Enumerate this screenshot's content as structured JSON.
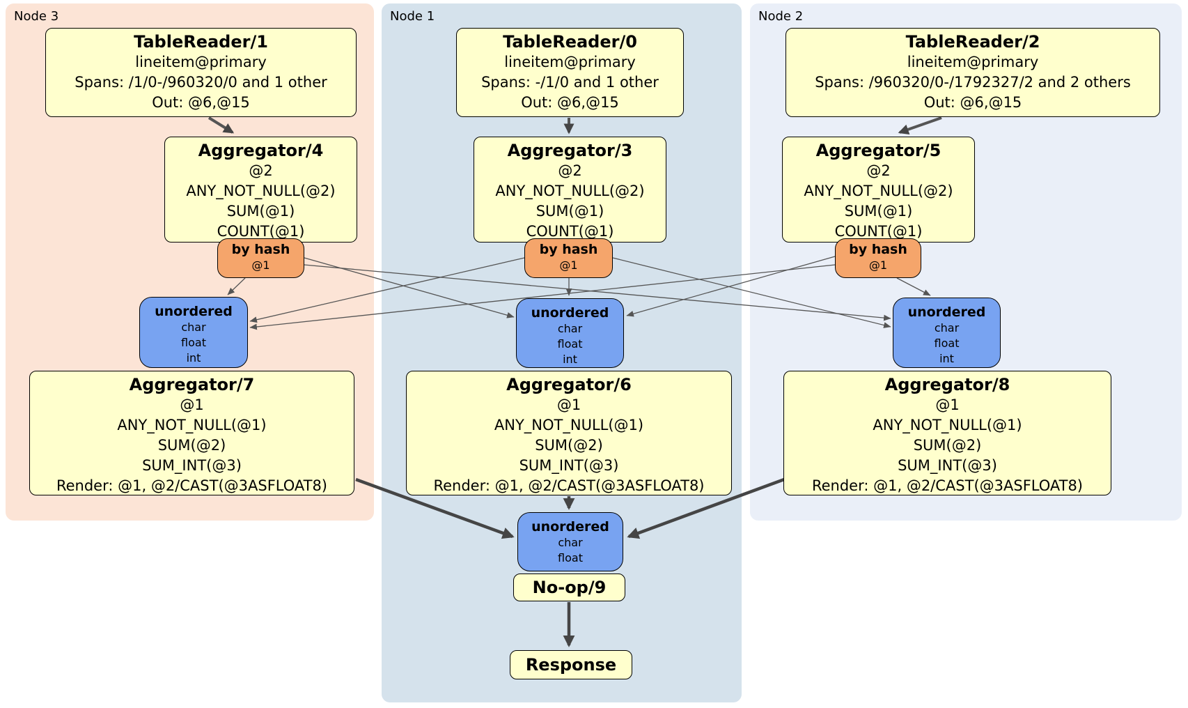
{
  "regions": {
    "node3": {
      "label": "Node 3",
      "color": "#fce4d6"
    },
    "node1": {
      "label": "Node 1",
      "color": "#d5e2ec"
    },
    "node2": {
      "label": "Node 2",
      "color": "#eaeff8"
    }
  },
  "colors": {
    "processor_fill": "#ffffcd",
    "router_fill": "#f5a56b",
    "sync_fill": "#78a3f1",
    "box_border": "#000000",
    "edge_thin": "#555555",
    "edge_thick": "#454545"
  },
  "processors": {
    "tr1": {
      "title": "TableReader/1",
      "lines": [
        "lineitem@primary",
        "Spans: /1/0-/960320/0 and 1 other",
        "Out: @6,@15"
      ]
    },
    "tr0": {
      "title": "TableReader/0",
      "lines": [
        "lineitem@primary",
        "Spans: -/1/0 and 1 other",
        "Out: @6,@15"
      ]
    },
    "tr2": {
      "title": "TableReader/2",
      "lines": [
        "lineitem@primary",
        "Spans: /960320/0-/1792327/2 and 2 others",
        "Out: @6,@15"
      ]
    },
    "agg4": {
      "title": "Aggregator/4",
      "lines": [
        "@2",
        "ANY_NOT_NULL(@2)",
        "SUM(@1)",
        "COUNT(@1)"
      ]
    },
    "agg3": {
      "title": "Aggregator/3",
      "lines": [
        "@2",
        "ANY_NOT_NULL(@2)",
        "SUM(@1)",
        "COUNT(@1)"
      ]
    },
    "agg5": {
      "title": "Aggregator/5",
      "lines": [
        "@2",
        "ANY_NOT_NULL(@2)",
        "SUM(@1)",
        "COUNT(@1)"
      ]
    },
    "agg7": {
      "title": "Aggregator/7",
      "lines": [
        "@1",
        "ANY_NOT_NULL(@1)",
        "SUM(@2)",
        "SUM_INT(@3)",
        "Render: @1, @2/CAST(@3ASFLOAT8)"
      ]
    },
    "agg6": {
      "title": "Aggregator/6",
      "lines": [
        "@1",
        "ANY_NOT_NULL(@1)",
        "SUM(@2)",
        "SUM_INT(@3)",
        "Render: @1, @2/CAST(@3ASFLOAT8)"
      ]
    },
    "agg8": {
      "title": "Aggregator/8",
      "lines": [
        "@1",
        "ANY_NOT_NULL(@1)",
        "SUM(@2)",
        "SUM_INT(@3)",
        "Render: @1, @2/CAST(@3ASFLOAT8)"
      ]
    },
    "noop": {
      "title": "No-op/9"
    },
    "response": {
      "title": "Response"
    }
  },
  "routers": {
    "hash4": {
      "title": "by hash",
      "sub": "@1"
    },
    "hash3": {
      "title": "by hash",
      "sub": "@1"
    },
    "hash5": {
      "title": "by hash",
      "sub": "@1"
    }
  },
  "syncs": {
    "u3": {
      "title": "unordered",
      "lines": [
        "char",
        "float",
        "int"
      ]
    },
    "u1": {
      "title": "unordered",
      "lines": [
        "char",
        "float",
        "int"
      ]
    },
    "u2": {
      "title": "unordered",
      "lines": [
        "char",
        "float",
        "int"
      ]
    },
    "ufinal": {
      "title": "unordered",
      "lines": [
        "char",
        "float"
      ]
    }
  }
}
